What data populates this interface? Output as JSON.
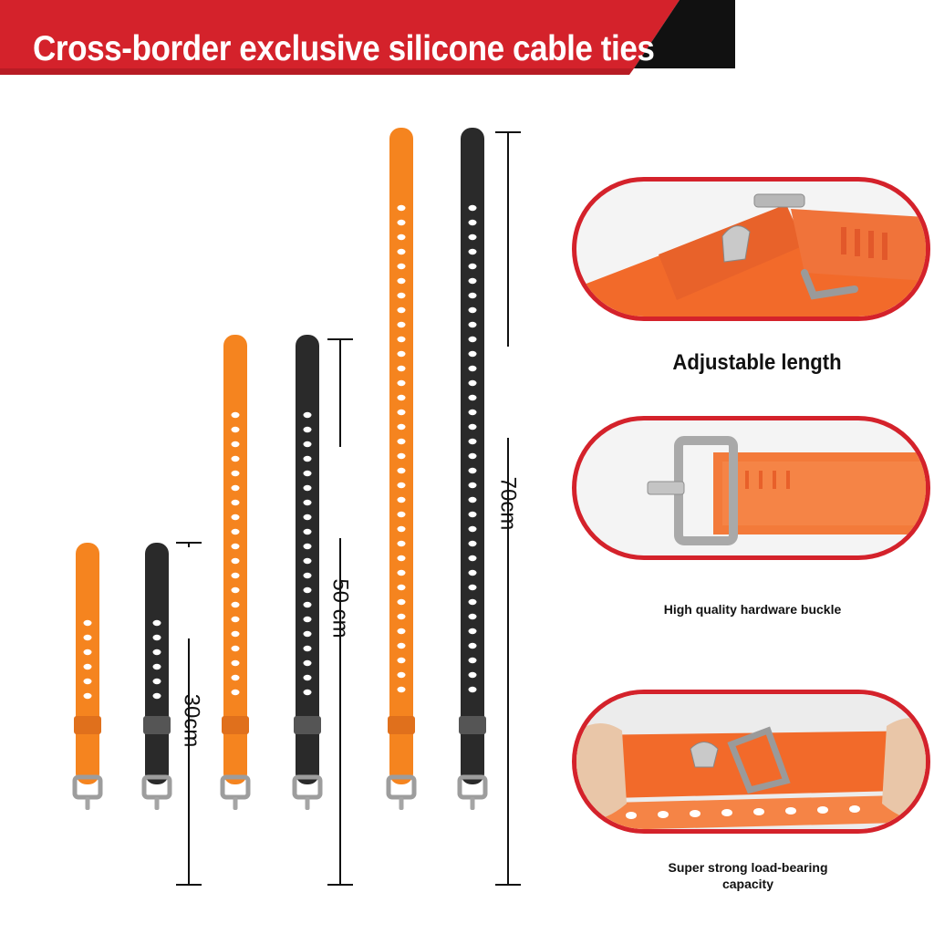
{
  "banner": {
    "title": "Cross-border exclusive silicone cable ties",
    "accent_color": "#d4222b",
    "corner_color": "#111111"
  },
  "products": {
    "colors": {
      "orange": "#f5841f",
      "black": "#2a2a2a"
    },
    "dimensions": [
      {
        "label": "30cm"
      },
      {
        "label": "50 cm"
      },
      {
        "label": "70cm"
      }
    ]
  },
  "features": [
    {
      "caption": "Adjustable length",
      "icon": "strap-buckle-closeup"
    },
    {
      "caption": "High quality hardware buckle",
      "icon": "metal-buckle-closeup"
    },
    {
      "caption": "Super strong load-bearing capacity",
      "icon": "stretched-strap-closeup"
    }
  ]
}
